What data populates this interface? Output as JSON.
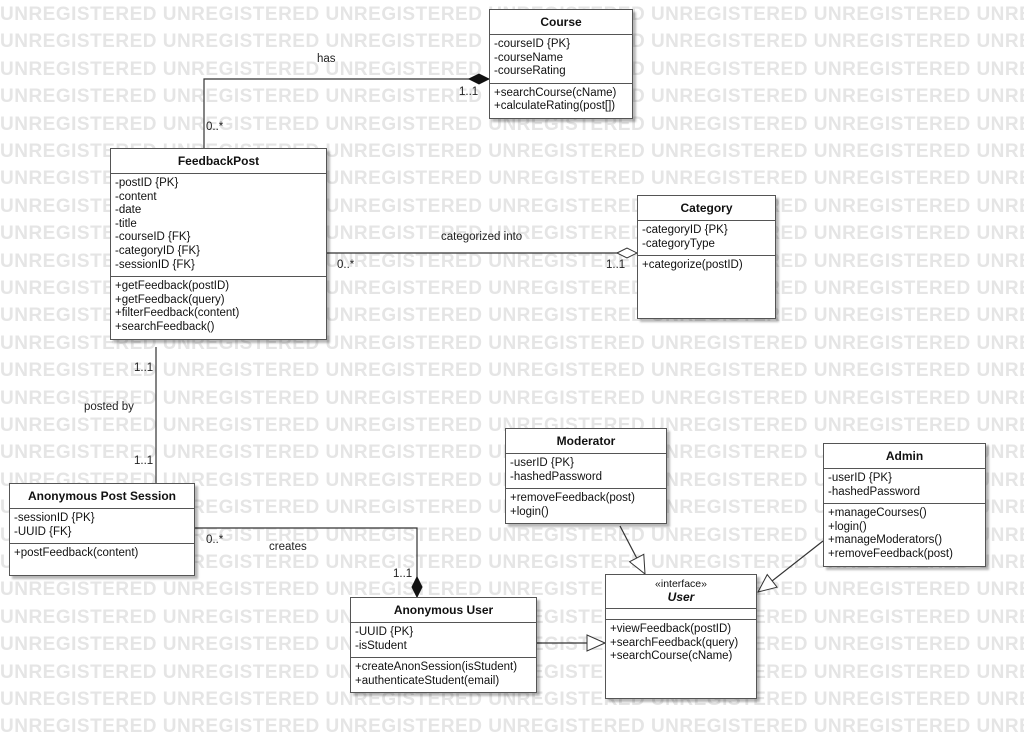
{
  "watermark": "UNREGISTERED",
  "classes": {
    "course": {
      "name": "Course",
      "attributes": [
        "-courseID {PK}",
        "-courseName",
        "-courseRating"
      ],
      "methods": [
        "+searchCourse(cName)",
        "+calculateRating(post[])"
      ]
    },
    "feedback_post": {
      "name": "FeedbackPost",
      "attributes": [
        "-postID {PK}",
        "-content",
        "-date",
        "-title",
        "-courseID {FK}",
        "-categoryID {FK}",
        "-sessionID {FK}"
      ],
      "methods": [
        "+getFeedback(postID)",
        "+getFeedback(query)",
        "+filterFeedback(content)",
        "+searchFeedback()"
      ]
    },
    "category": {
      "name": "Category",
      "attributes": [
        "-categoryID {PK}",
        "-categoryType"
      ],
      "methods": [
        "+categorize(postID)"
      ]
    },
    "anonymous_post_session": {
      "name": "Anonymous Post Session",
      "attributes": [
        "-sessionID {PK}",
        "-UUID {FK}"
      ],
      "methods": [
        "+postFeedback(content)"
      ]
    },
    "moderator": {
      "name": "Moderator",
      "attributes": [
        "-userID {PK}",
        "-hashedPassword"
      ],
      "methods": [
        "+removeFeedback(post)",
        "+login()"
      ]
    },
    "admin": {
      "name": "Admin",
      "attributes": [
        "-userID {PK}",
        "-hashedPassword"
      ],
      "methods": [
        "+manageCourses()",
        "+login()",
        "+manageModerators()",
        "+removeFeedback(post)"
      ]
    },
    "anonymous_user": {
      "name": "Anonymous User",
      "attributes": [
        "-UUID {PK}",
        "-isStudent"
      ],
      "methods": [
        "+createAnonSession(isStudent)",
        "+authenticateStudent(email)"
      ]
    },
    "user": {
      "stereotype": "«interface»",
      "name": "User",
      "attributes": [],
      "methods": [
        "+viewFeedback(postID)",
        "+searchFeedback(query)",
        "+searchCourse(cName)"
      ]
    }
  },
  "associations": {
    "has": {
      "label": "has",
      "mult_course": "1..1",
      "mult_post": "0..*"
    },
    "categorized_into": {
      "label": "categorized into",
      "mult_post": "0..*",
      "mult_category": "1..1"
    },
    "posted_by": {
      "label": "posted by",
      "mult_post": "1..1",
      "mult_session": "1..1"
    },
    "creates": {
      "label": "creates",
      "mult_session": "0..*",
      "mult_user": "1..1"
    }
  }
}
